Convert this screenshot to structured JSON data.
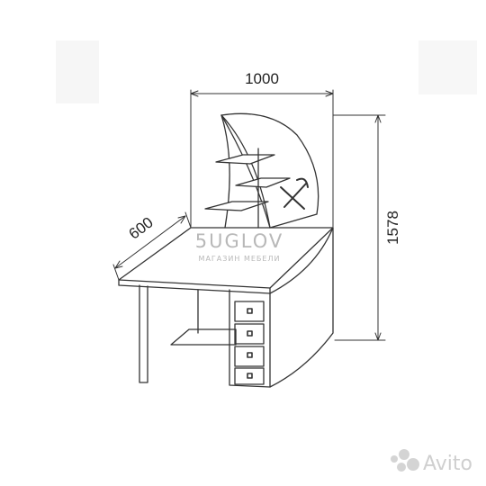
{
  "dimensions": {
    "width": "1000",
    "depth": "600",
    "height": "1578"
  },
  "brand": {
    "name": "5UGLOV",
    "tagline": "МАГАЗИН МЕБЕЛИ"
  },
  "watermark": {
    "text": "Avito"
  },
  "colors": {
    "line": "#333333",
    "brand": "#b8b8b8",
    "watermark": "#cfcfcf"
  }
}
